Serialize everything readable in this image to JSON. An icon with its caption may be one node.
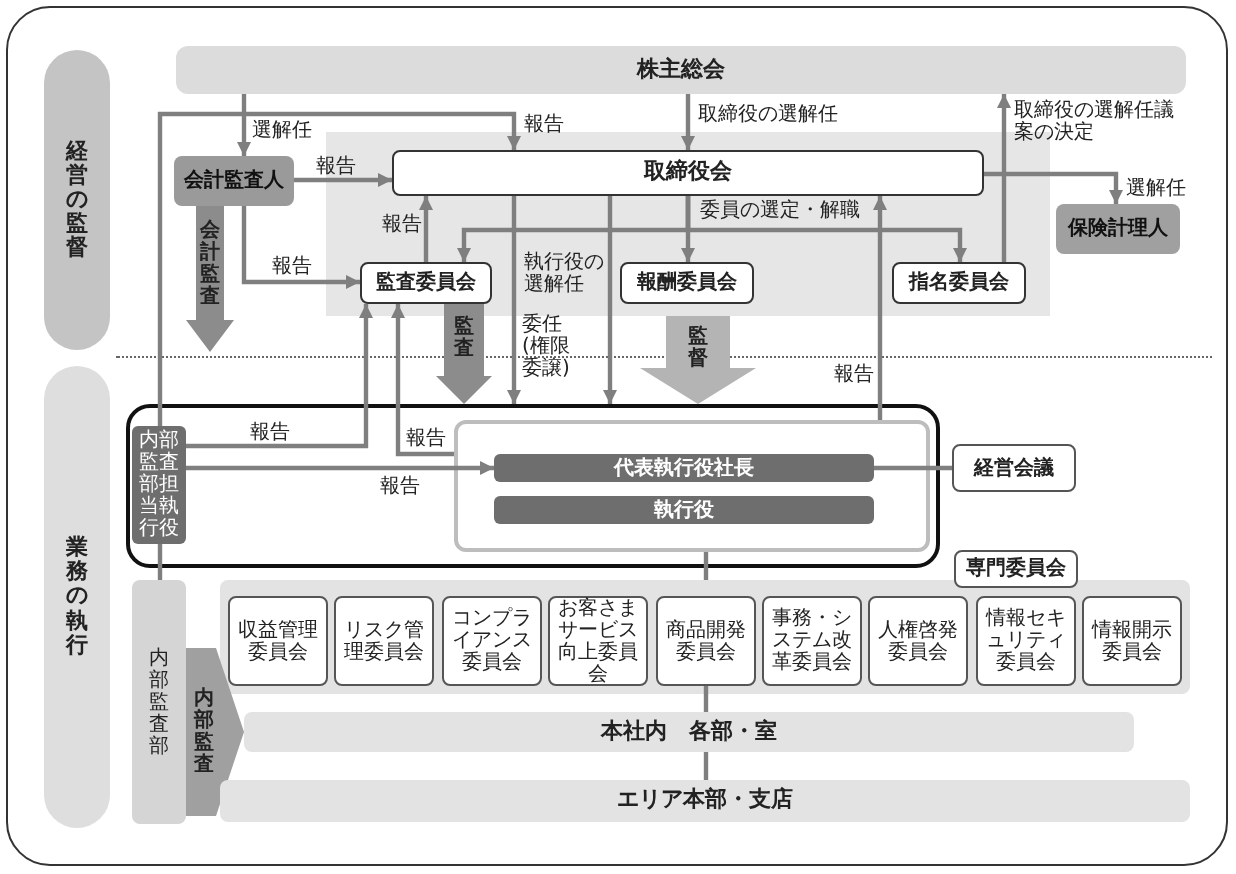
{
  "diagram": {
    "nodes": [
      {
        "text": [
          "経営の監督"
        ]
      },
      {
        "text": [
          "業務の執行"
        ]
      },
      {
        "text": [
          "株主総会"
        ]
      },
      {
        "text": [
          "会計監査人"
        ]
      },
      {
        "text": [],
        "shape": "box"
      },
      {
        "text": [
          "取締役会"
        ],
        "in": 4
      },
      {
        "text": [
          "保険計理人"
        ]
      },
      {
        "text": [
          "監査委員会"
        ],
        "in": 4
      },
      {
        "text": [
          "報酬委員会"
        ],
        "in": 4
      },
      {
        "text": [
          "指名委員会"
        ],
        "in": 4
      },
      {
        "text": [],
        "shape": "box"
      },
      {
        "text": [
          "内部監査部担当執行役"
        ],
        "in": 10
      },
      {
        "text": [],
        "shape": "box",
        "in": 10
      },
      {
        "text": [
          "代表執行役社長"
        ],
        "in": 12
      },
      {
        "text": [
          "執行役"
        ],
        "in": 12
      },
      {
        "text": [
          "経営会議"
        ]
      },
      {
        "text": [],
        "shape": "box"
      },
      {
        "text": [
          "専門委員会"
        ]
      },
      {
        "text": [
          "収益管理委員会"
        ],
        "in": 16
      },
      {
        "text": [
          "リスク管理委員会"
        ],
        "in": 16
      },
      {
        "text": [
          "コンプライアンス委員会"
        ],
        "in": 16
      },
      {
        "text": [
          "お客さまサービス向上委員会"
        ],
        "in": 16
      },
      {
        "text": [
          "商品開発委員会"
        ],
        "in": 16
      },
      {
        "text": [
          "事務・システム改革委員会"
        ],
        "in": 16
      },
      {
        "text": [
          "人権啓発委員会"
        ],
        "in": 16
      },
      {
        "text": [
          "情報セキュリティ委員会"
        ],
        "in": 16
      },
      {
        "text": [
          "情報開示委員会"
        ],
        "in": 16
      },
      {
        "text": [
          "内部監査部"
        ]
      },
      {
        "text": [
          "本社内　各部・室"
        ]
      },
      {
        "text": [
          "エリア本部・支店"
        ]
      }
    ],
    "edges": [
      {
        "from": 2,
        "to": 3,
        "arrow": "to",
        "label": "選解任"
      },
      {
        "from": 2,
        "to": 5,
        "arrow": "to",
        "label": "取締役の選解任"
      },
      {
        "from": 9,
        "to": 2,
        "arrow": "to",
        "label": "取締役の選解任議案の決定"
      },
      {
        "from": 3,
        "to": 5,
        "arrow": "to",
        "label": "報告"
      },
      {
        "from": 3,
        "to": 7,
        "arrow": "to",
        "label": "報告"
      },
      {
        "from": 11,
        "to": 5,
        "arrow": "to",
        "label": "報告"
      },
      {
        "from": 7,
        "to": 5,
        "arrow": "to",
        "label": "報告"
      },
      {
        "from": 5,
        "to": 7,
        "arrow": "to"
      },
      {
        "from": 5,
        "to": 8,
        "arrow": "to",
        "label": "委員の選定・解職"
      },
      {
        "from": 5,
        "to": 9,
        "arrow": "to"
      },
      {
        "from": 5,
        "to": 6,
        "arrow": "to",
        "label": "選解任"
      },
      {
        "from": 5,
        "to": 10,
        "arrow": "to",
        "label": "委任(権限委譲)"
      },
      {
        "from": 5,
        "to": 10,
        "arrow": "to",
        "label": "執行役の選解任"
      },
      {
        "from": 7,
        "to": 10,
        "arrow": "to",
        "label": "監査",
        "style": "thick",
        "color": "#8c8c8c"
      },
      {
        "from": 4,
        "to": 10,
        "arrow": "to",
        "label": "監督",
        "style": "thick",
        "color": "#b4b4b4"
      },
      {
        "from": 3,
        "to": null,
        "arrow": "to",
        "label": "会計監査",
        "style": "thick",
        "color": "#8c8c8c"
      },
      {
        "from": 11,
        "to": 7,
        "arrow": "to",
        "label": "報告"
      },
      {
        "from": 12,
        "to": 7,
        "arrow": "to",
        "label": "報告"
      },
      {
        "from": 11,
        "to": 13,
        "arrow": "to",
        "label": "報告"
      },
      {
        "from": 12,
        "to": 5,
        "arrow": "to",
        "label": "報告"
      },
      {
        "from": 13,
        "to": 15,
        "arrow": "none"
      },
      {
        "from": 12,
        "to": 16,
        "arrow": "none"
      },
      {
        "from": 22,
        "to": 28,
        "arrow": "none"
      },
      {
        "from": 28,
        "to": 29,
        "arrow": "none"
      },
      {
        "from": 11,
        "to": 27,
        "arrow": "none"
      },
      {
        "from": 27,
        "to": 28,
        "arrow": "to",
        "label": "内部監査",
        "style": "thick",
        "color": "#a0a0a0"
      }
    ]
  }
}
